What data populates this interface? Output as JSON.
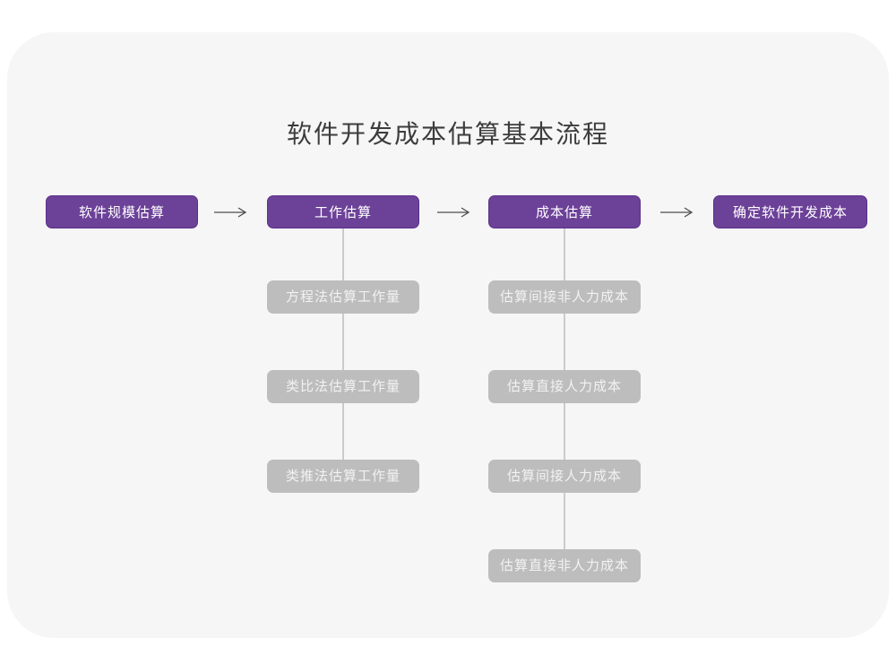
{
  "title": "软件开发成本估算基本流程",
  "colors": {
    "accent_purple": "#6c4198",
    "accent_purple_border": "#5d3189",
    "gray_node": "#bdbdbd",
    "gray_node_text": "#f2f2f2",
    "card_background": "#f6f6f6",
    "page_background": "#ffffff",
    "connector_line": "#cbcbcb",
    "arrow": "#4d4d4d",
    "title_text": "#3c3c3c"
  },
  "flow": {
    "main_steps": [
      {
        "label": "软件规模估算"
      },
      {
        "label": "工作估算"
      },
      {
        "label": "成本估算"
      },
      {
        "label": "确定软件开发成本"
      }
    ],
    "work_estimation_methods": [
      "方程法估算工作量",
      "类比法估算工作量",
      "类推法估算工作量"
    ],
    "cost_estimation_substeps": [
      "估算间接非人力成本",
      "估算直接人力成本",
      "估算间接人力成本",
      "估算直接非人力成本"
    ]
  }
}
